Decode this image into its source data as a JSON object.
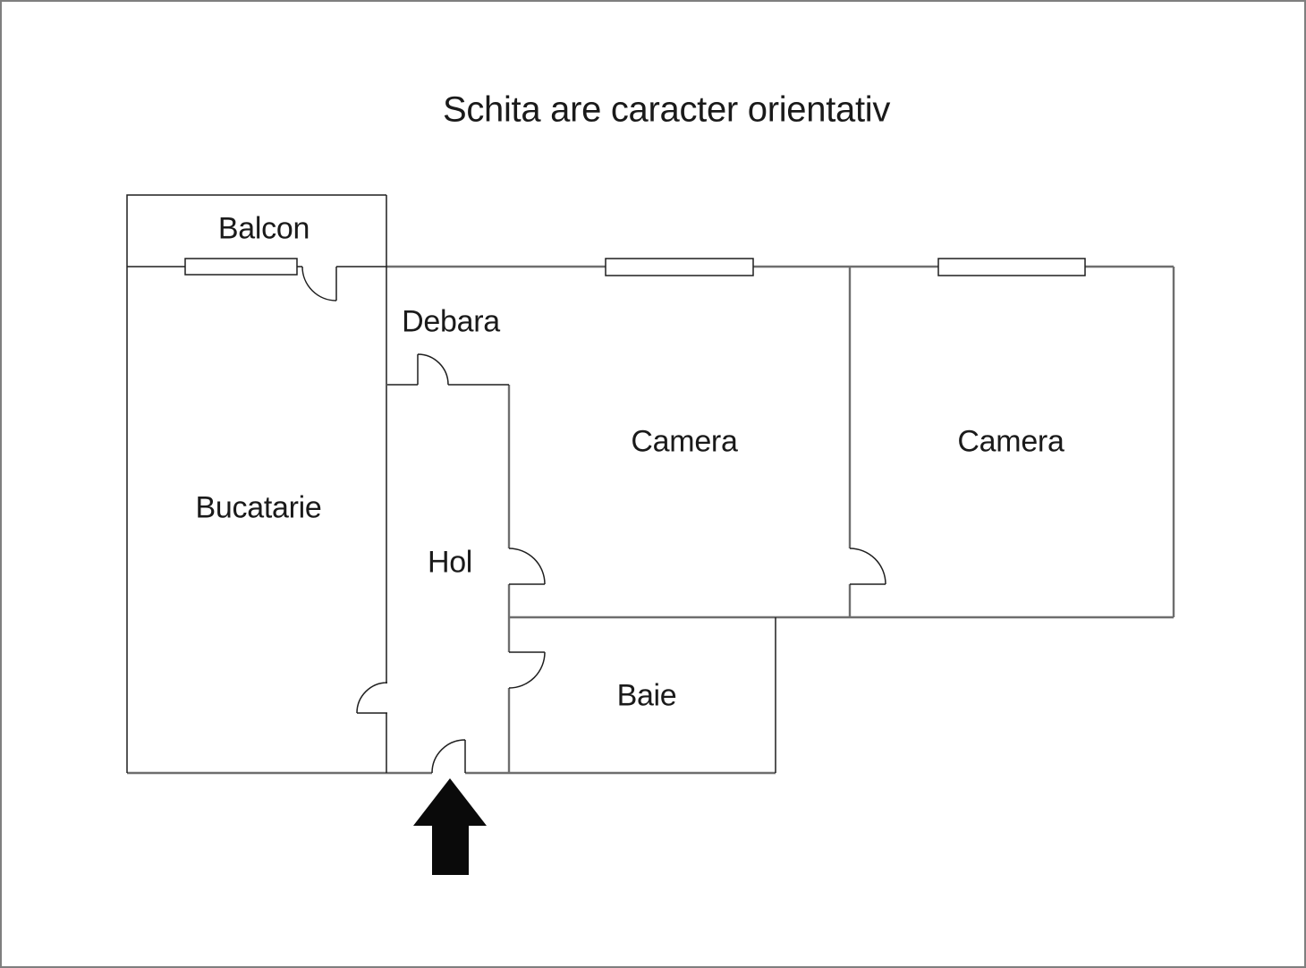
{
  "title": {
    "text": "Schita are caracter orientativ"
  },
  "rooms": {
    "balcon": {
      "label": "Balcon"
    },
    "debara": {
      "label": "Debara"
    },
    "bucatarie": {
      "label": "Bucatarie"
    },
    "hol": {
      "label": "Hol"
    },
    "camera_1": {
      "label": "Camera"
    },
    "camera_2": {
      "label": "Camera"
    },
    "baie": {
      "label": "Baie"
    }
  },
  "icons": {
    "entrance_arrow": "up-arrow"
  },
  "colors": {
    "wall": "#6e6e6e",
    "detail": "#1f1f1f",
    "arrow": "#0a0a0a",
    "frame": "#7f7f7f",
    "background": "#ffffff"
  }
}
